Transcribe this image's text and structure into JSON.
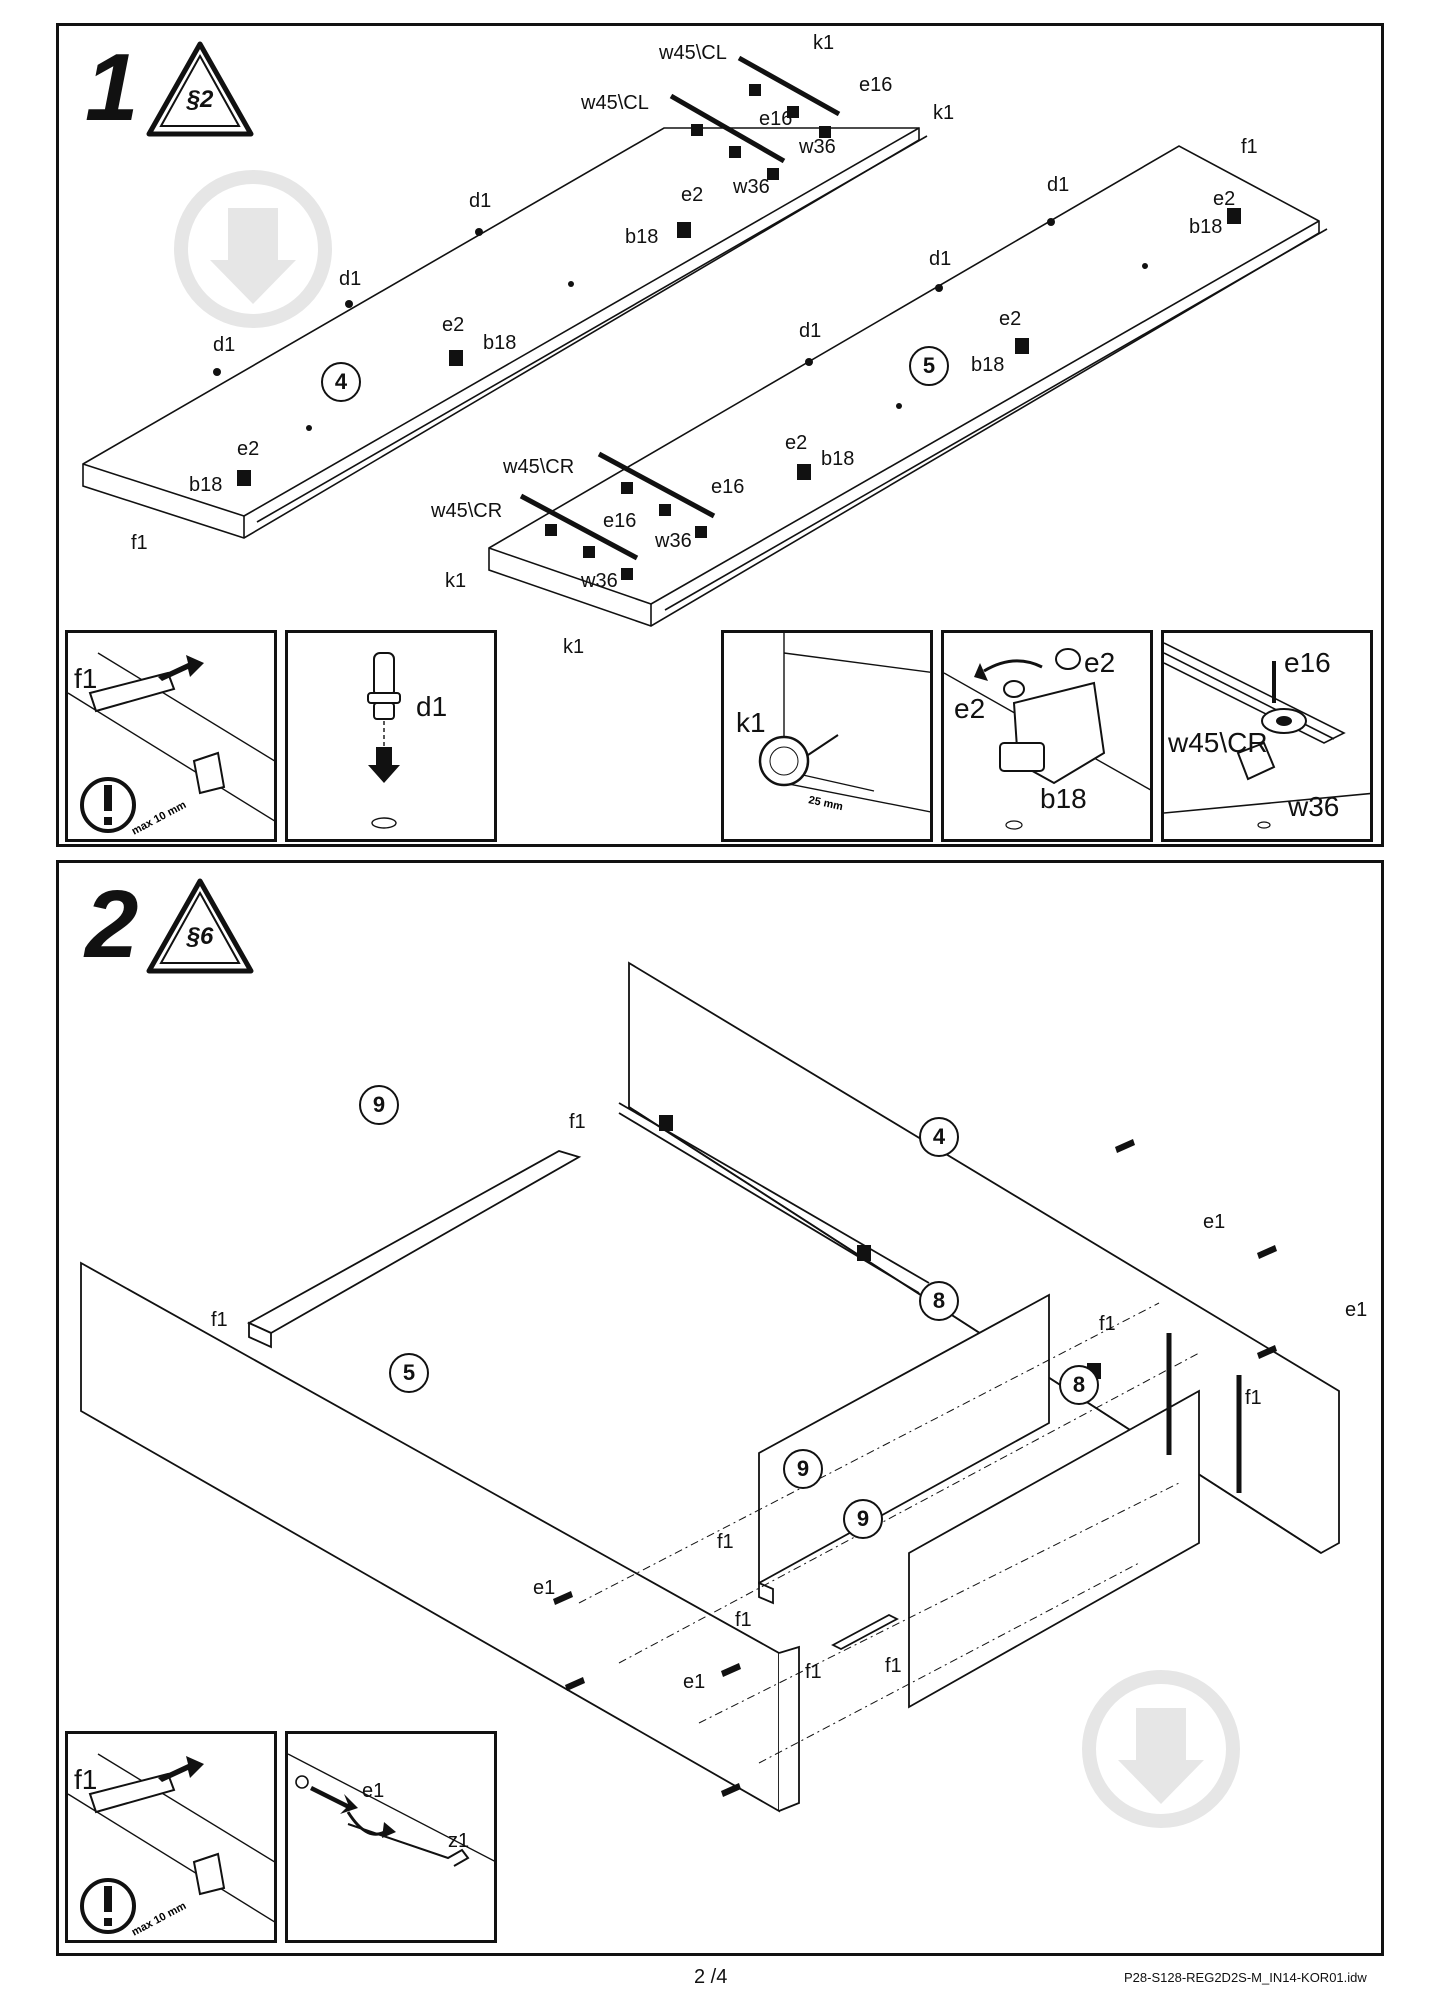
{
  "step1": {
    "number": "1",
    "badge": "§2",
    "part_callouts": [
      "4",
      "5"
    ],
    "hardware_labels": {
      "w45cl": "w45\\CL",
      "w45cr": "w45\\CR",
      "k1": "k1",
      "e16": "e16",
      "w36": "w36",
      "d1": "d1",
      "e2": "e2",
      "b18": "b18",
      "f1": "f1"
    },
    "insets": {
      "dowel": {
        "part": "f1",
        "note": "max 10 mm"
      },
      "pin": {
        "part": "d1"
      },
      "knob": {
        "part": "k1",
        "note": "25 mm"
      },
      "cam": {
        "parts": [
          "e2",
          "e2",
          "b18"
        ]
      },
      "slide": {
        "parts": [
          "e16",
          "w45\\CR",
          "w36"
        ]
      }
    }
  },
  "step2": {
    "number": "2",
    "badge": "§6",
    "part_callouts": [
      "4",
      "5",
      "8",
      "8",
      "9",
      "9",
      "9"
    ],
    "hardware_labels": {
      "f1": "f1",
      "e1": "e1",
      "z1": "z1"
    },
    "insets": {
      "dowel": {
        "part": "f1",
        "note": "max 10 mm"
      },
      "screw": {
        "parts": [
          "e1",
          "z1"
        ]
      }
    }
  },
  "footer": {
    "page": "2 /4",
    "filename": "P28-S128-REG2D2S-M_IN14-KOR01.idw"
  },
  "icons": [
    "warning-triangle-icon",
    "exclamation-icon",
    "rotate-arrow-icon",
    "insert-arrow-icon",
    "watermark-logo-icon"
  ]
}
